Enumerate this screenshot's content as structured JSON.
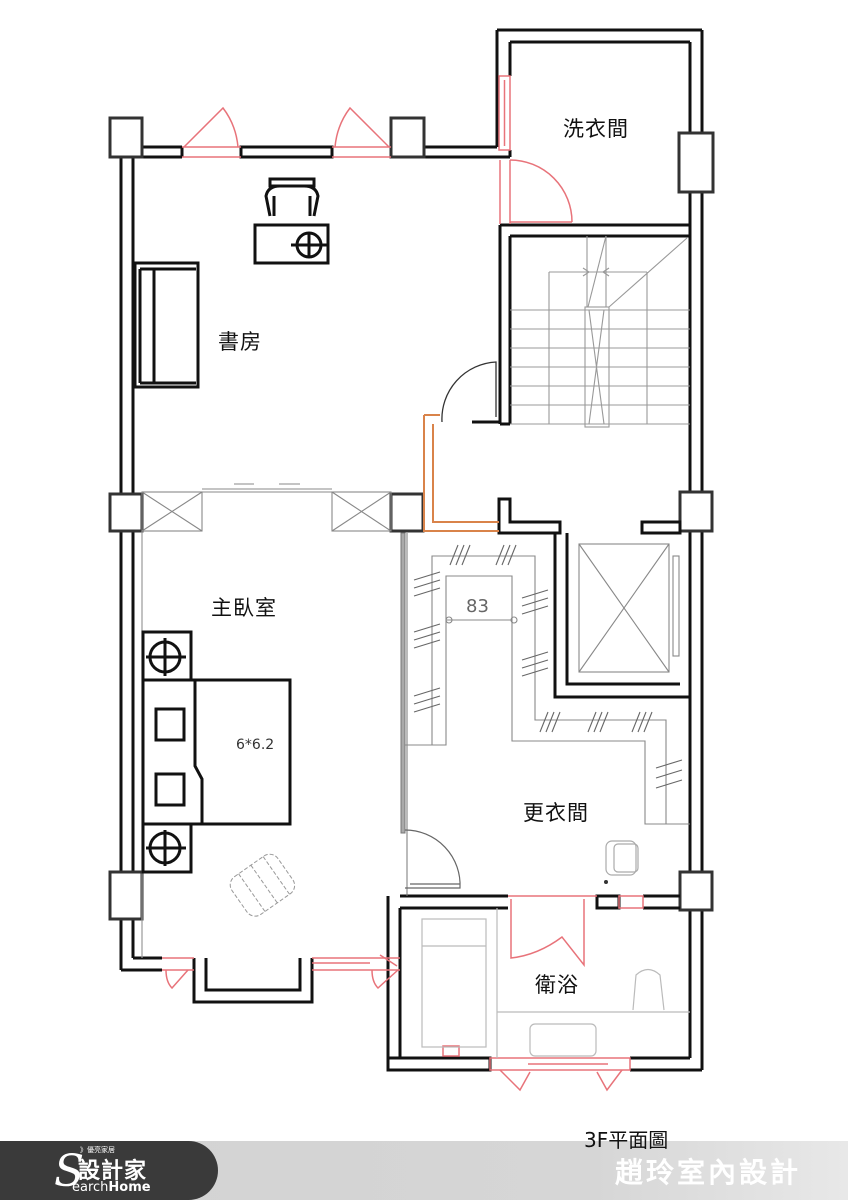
{
  "rooms": {
    "laundry": {
      "label": "洗衣間"
    },
    "study": {
      "label": "書房"
    },
    "master_bedroom": {
      "label": "主臥室"
    },
    "walk_in_closet": {
      "label": "更衣間"
    },
    "bathroom": {
      "label": "衛浴"
    }
  },
  "annotations": {
    "bed_size": "6*6.2",
    "closet_dimension": "83"
  },
  "plan": {
    "title": "3F平面圖",
    "studio": "趙玲室內設計"
  },
  "brand": {
    "tagline": "》優亮家居",
    "name_cn": "設計家",
    "name_en_prefix": "earch",
    "name_en_bold": "Home",
    "swirl": "S"
  },
  "colors": {
    "wall": "#111111",
    "door": "#e8737a",
    "orange_wall": "#d9834a",
    "furniture_light": "#9a9a9a",
    "footer_dark": "#3a3a3a",
    "footer_light": "#d4d4d4"
  }
}
